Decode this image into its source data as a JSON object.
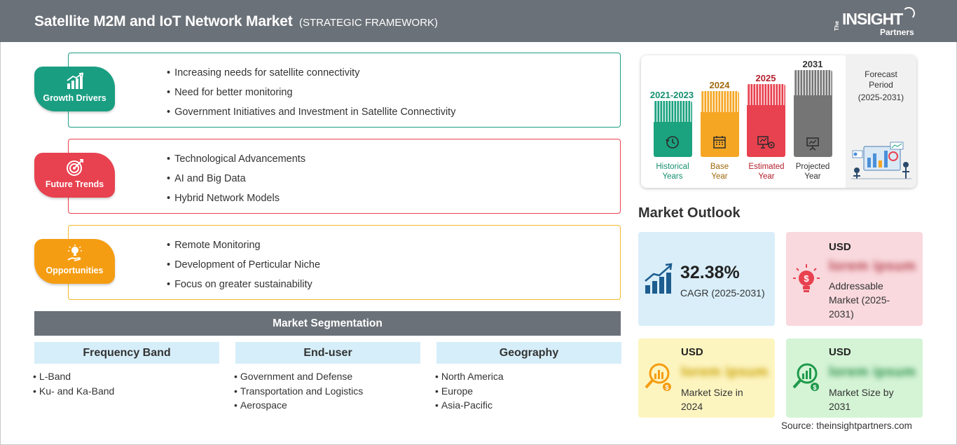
{
  "header": {
    "title": "Satellite M2M and IoT Network Market",
    "subtitle": "(STRATEGIC FRAMEWORK)",
    "logo": {
      "the": "The",
      "main": "INSIGHT",
      "sub": "Partners"
    }
  },
  "framework": [
    {
      "label": "Growth Drivers",
      "color": "#1a9e82",
      "icon": "growth-chart-icon",
      "items": [
        "Increasing needs for satellite connectivity",
        "Need for better monitoring",
        "Government Initiatives and Investment in Satellite Connectivity"
      ]
    },
    {
      "label": "Future Trends",
      "color": "#e8414f",
      "icon": "target-icon",
      "items": [
        "Technological Advancements",
        "AI and Big Data",
        "Hybrid Network Models"
      ]
    },
    {
      "label": "Opportunities",
      "color": "#f59d12",
      "icon": "lightbulb-hand-icon",
      "items": [
        "Remote Monitoring",
        "Development of Perticular Niche",
        "Focus on greater sustainability"
      ]
    }
  ],
  "segmentation": {
    "title": "Market Segmentation",
    "columns": [
      {
        "header": "Frequency Band",
        "items": [
          "L-Band",
          "Ku- and Ka-Band"
        ]
      },
      {
        "header": "End-user",
        "items": [
          "Government and Defense",
          "Transportation and Logistics",
          "Aerospace"
        ]
      },
      {
        "header": "Geography",
        "items": [
          "North America",
          "Europe",
          "Asia-Pacific"
        ]
      }
    ]
  },
  "timeline": {
    "periods": [
      {
        "year": "2021-2023",
        "caption": [
          "Historical",
          "Years"
        ],
        "color": "#1ba27f",
        "text_color": "#16906f",
        "icon": "history-clock-icon"
      },
      {
        "year": "2024",
        "caption": [
          "Base",
          "Year"
        ],
        "color": "#f5a623",
        "text_color": "#a0690c",
        "icon": "calendar-icon"
      },
      {
        "year": "2025",
        "caption": [
          "Estimated",
          "Year"
        ],
        "color": "#e8414f",
        "text_color": "#b41f2c",
        "icon": "estimate-gears-icon"
      },
      {
        "year": "2031",
        "caption": [
          "Projected",
          "Year"
        ],
        "color": "#757575",
        "text_color": "#333333",
        "icon": "presentation-board-icon"
      }
    ],
    "forecast": {
      "line1": "Forecast",
      "line2": "Period",
      "line3": "(2025-2031)",
      "icon": "analytics-illustration-icon"
    }
  },
  "outlook": {
    "title": "Market Outlook",
    "cagr": {
      "value": "32.38%",
      "label": "CAGR (2025-2031)",
      "icon": "bar-growth-icon"
    },
    "addressable": {
      "currency": "USD",
      "value": "lorem ipsum",
      "label": [
        "Addressable",
        "Market (2025-",
        "2031)"
      ],
      "icon": "money-bulb-icon"
    },
    "size_2024": {
      "currency": "USD",
      "value": "lorem ipsum",
      "label": [
        "Market Size in",
        "2024"
      ],
      "icon": "magnifier-chart-icon"
    },
    "size_2031": {
      "currency": "USD",
      "value": "lorem ipsum",
      "label": [
        "Market Size by",
        "2031"
      ],
      "icon": "magnifier-growth-icon"
    }
  },
  "source": "Source: theinsightpartners.com"
}
